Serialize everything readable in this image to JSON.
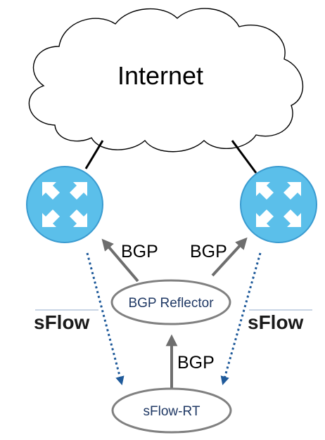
{
  "diagram": {
    "cloud_label": "Internet",
    "reflector_label": "BGP Reflector",
    "collector_label": "sFlow-RT",
    "bgp_labels": [
      "BGP",
      "BGP",
      "BGP"
    ],
    "sflow_logo_text": "sFlow",
    "colors": {
      "router_fill": "#5bbfea",
      "router_stroke": "#3a9bd0",
      "node_stroke": "#808080",
      "arrow_gray": "#6e6e6e",
      "sflow_dots": "#1f5a9a",
      "node_text": "#1f3864"
    }
  }
}
